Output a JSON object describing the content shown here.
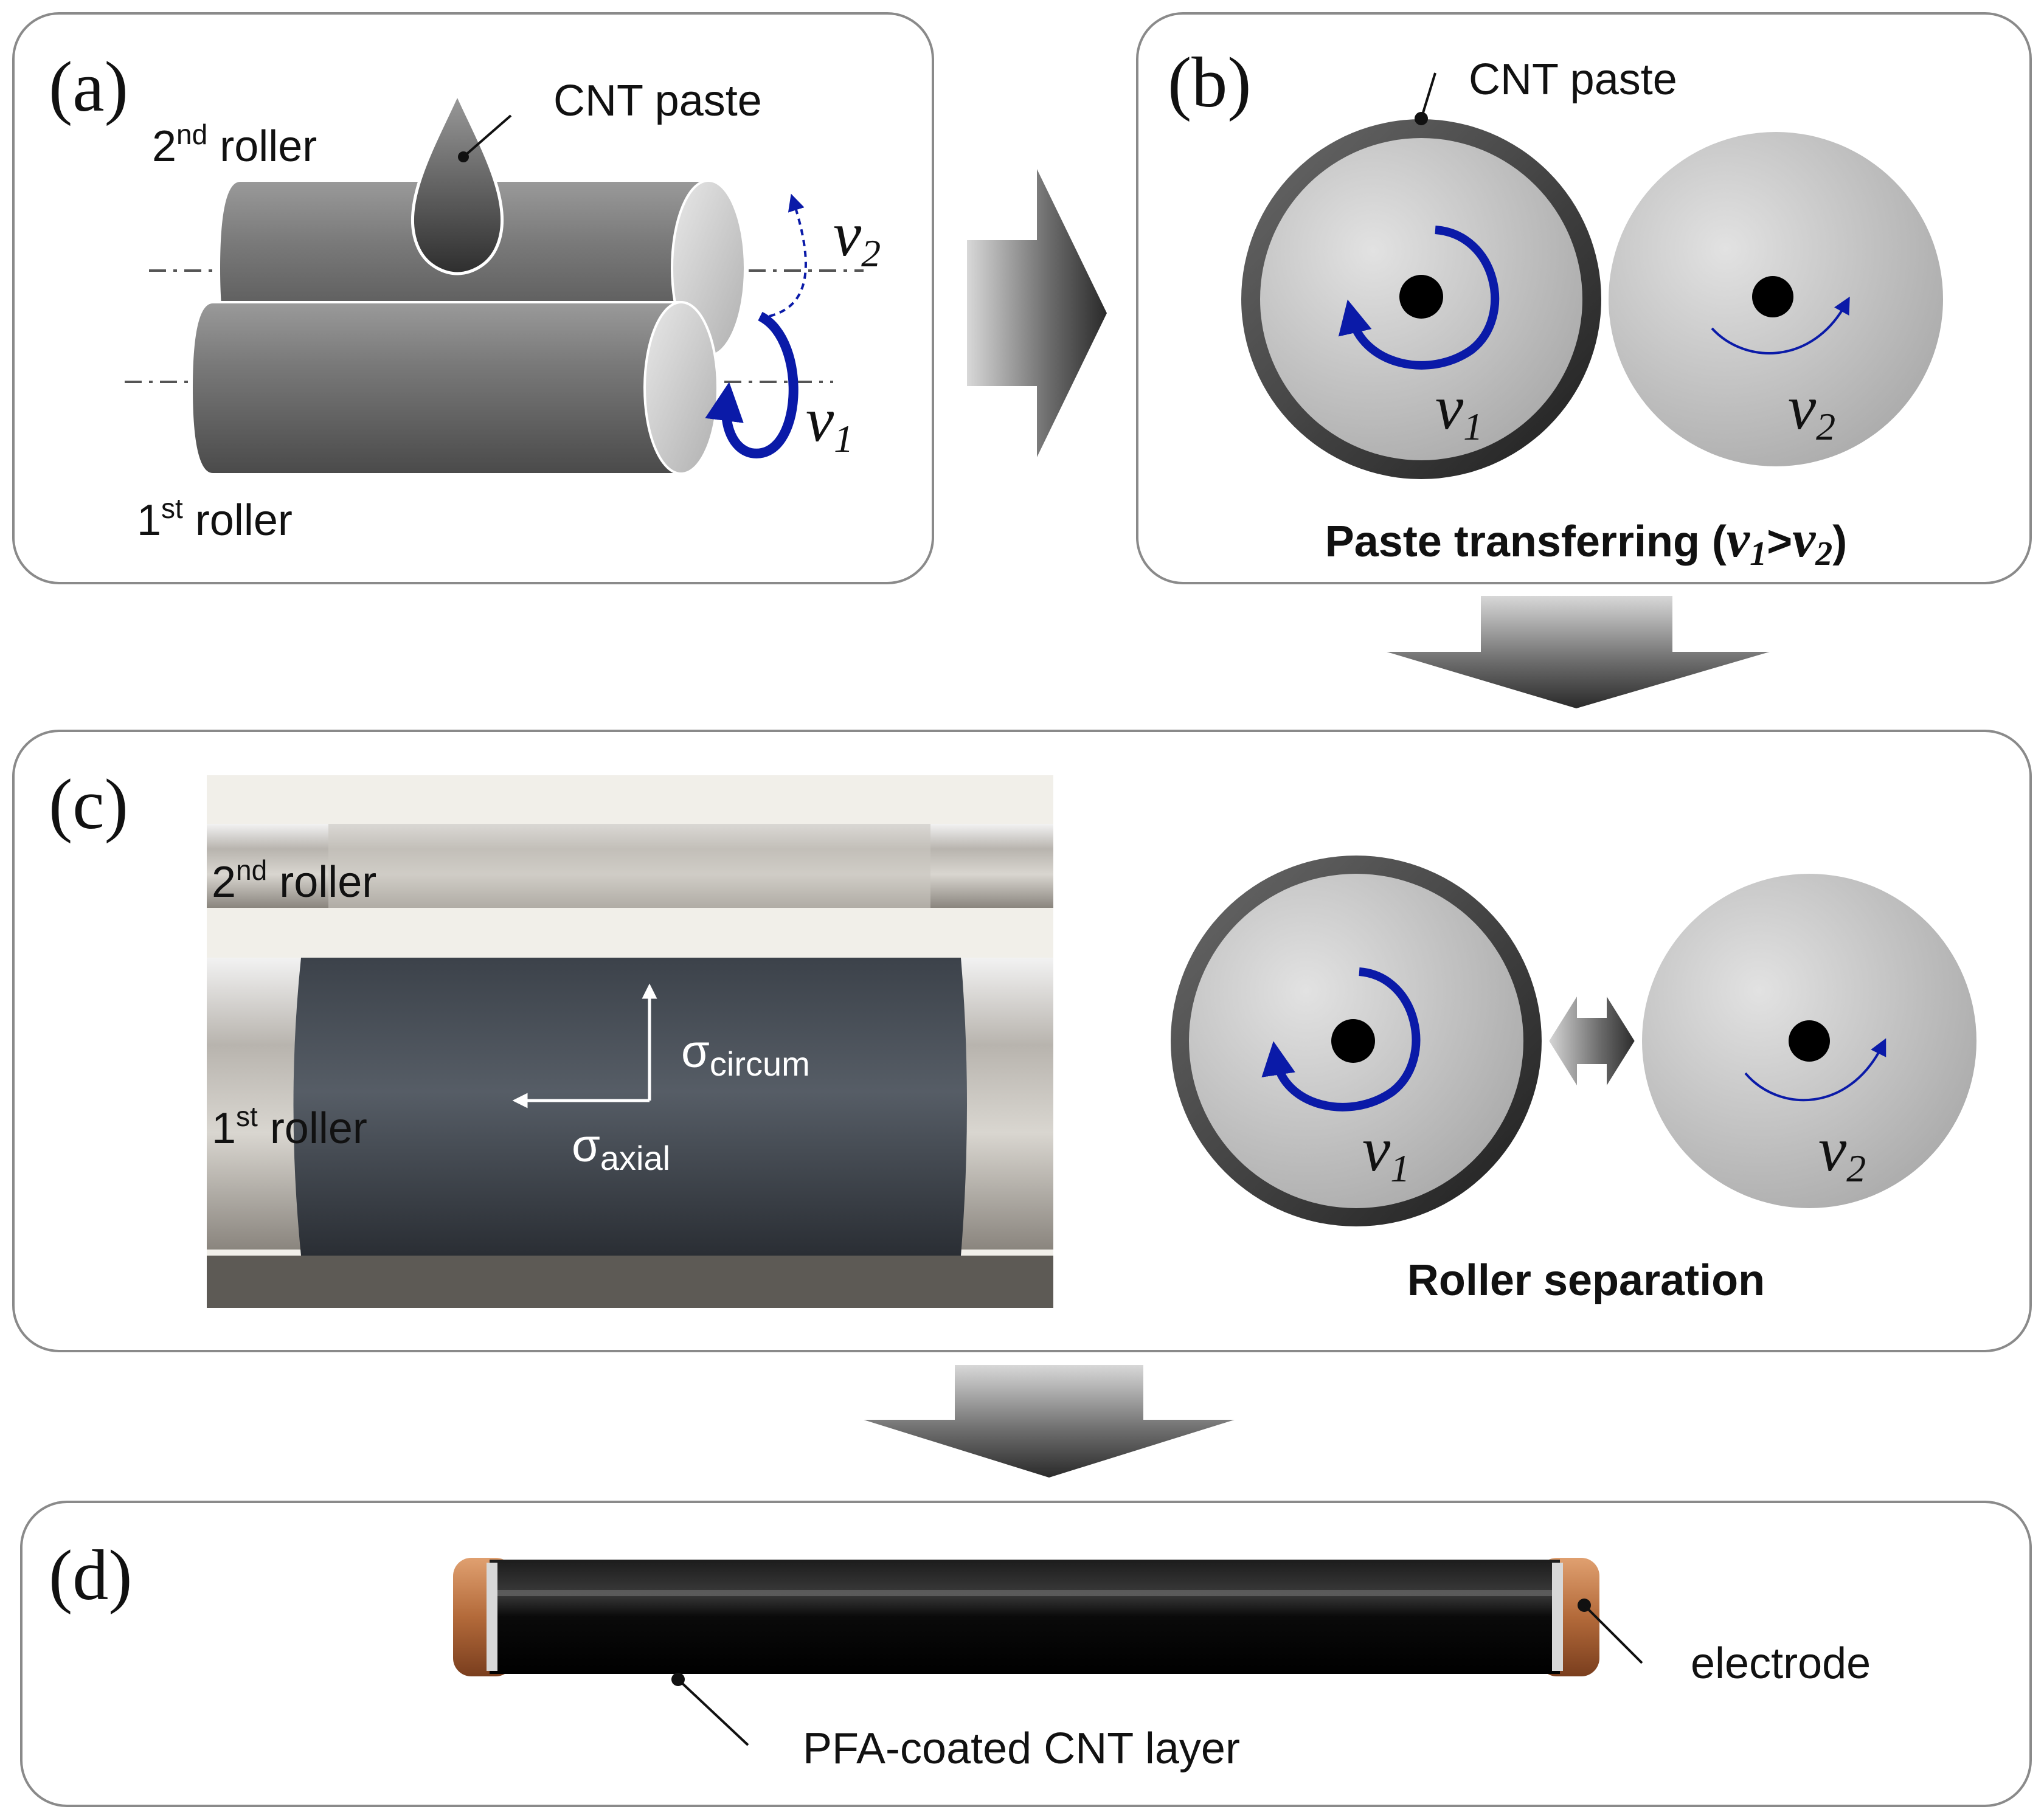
{
  "panel_a": {
    "tag": "(a)",
    "paste_label": "CNT paste",
    "roller2": {
      "pre": "2",
      "sup": "nd",
      "post": " roller"
    },
    "roller1": {
      "pre": "1",
      "sup": "st",
      "post": " roller"
    },
    "v2": {
      "base": "v",
      "sub": "2"
    },
    "v1": {
      "base": "v",
      "sub": "1"
    }
  },
  "panel_b": {
    "tag": "(b)",
    "paste_label": "CNT paste",
    "v1": {
      "base": "v",
      "sub": "1"
    },
    "v2": {
      "base": "v",
      "sub": "2"
    },
    "caption": {
      "pre": "Paste transferring (",
      "v1": "v",
      "s1": "1",
      "gt": ">",
      "v2": "v",
      "s2": "2",
      "post": ")"
    }
  },
  "panel_c": {
    "tag": "(c)",
    "roller2": {
      "pre": "2",
      "sup": "nd",
      "post": " roller"
    },
    "roller1": {
      "pre": "1",
      "sup": "st",
      "post": " roller"
    },
    "sigma_circum": {
      "base": "σ",
      "sub": "circum"
    },
    "sigma_axial": {
      "base": "σ",
      "sub": "axial"
    },
    "v1": {
      "base": "v",
      "sub": "1"
    },
    "v2": {
      "base": "v",
      "sub": "2"
    },
    "caption": "Roller separation"
  },
  "panel_d": {
    "tag": "(d)",
    "electrode_label": "electrode",
    "layer_label": "PFA-coated CNT layer"
  },
  "colors": {
    "rotation_arrow": "#0a1aa8",
    "panel_border": "#8a8a8a",
    "roller_dark": "#4a4a4a",
    "cnt_layer": "#0b0b0b",
    "electrode": "#b36a3a"
  }
}
